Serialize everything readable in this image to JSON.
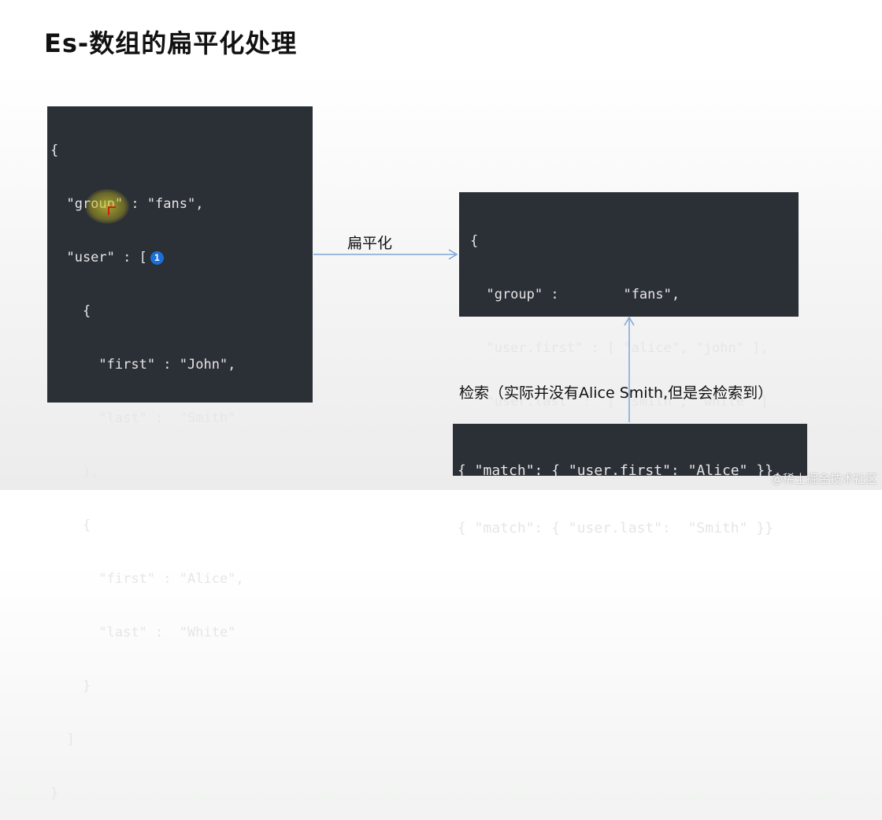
{
  "title": "Es-数组的扁平化处理",
  "left_code": [
    "{",
    "  \"group\" : \"fans\",",
    "  \"user\" : [",
    "    {",
    "      \"first\" : \"John\",",
    "      \"last\" :  \"Smith\"",
    "    },",
    "    {",
    "      \"first\" : \"Alice\",",
    "      \"last\" :  \"White\"",
    "    }",
    "  ]",
    "}"
  ],
  "badge_number": "1",
  "flatten_label": "扁平化",
  "right_code": [
    "{",
    "  \"group\" :        \"fans\",",
    "  \"user.first\" : [ \"alice\", \"john\" ],",
    "  \"user.last\" :  [ \"smith\", \"white\" ]",
    "}"
  ],
  "search_label": "检索（实际并没有Alice Smith,但是会检索到）",
  "query_code": [
    "{ \"match\": { \"user.first\": \"Alice\" }},",
    "{ \"match\": { \"user.last\":  \"Smith\" }}"
  ],
  "watermark": "@稀土掘金技术社区",
  "colors": {
    "code_bg": "#2b2f36",
    "code_text": "#e6e6e6",
    "arrow": "#7ea6d6",
    "badge": "#1b6fd6"
  }
}
